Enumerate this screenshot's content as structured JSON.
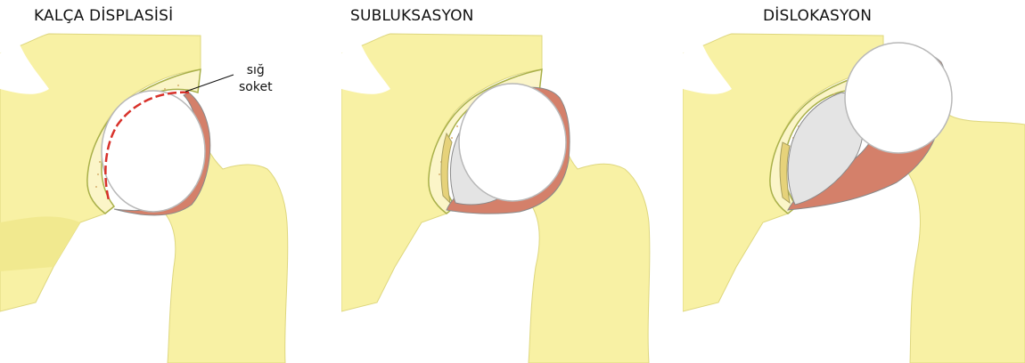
{
  "panels": [
    {
      "title": "KALÇA DİSPLASİSİ",
      "state": "dysplasia"
    },
    {
      "title": "SUBLUKSASYON",
      "state": "subluxation"
    },
    {
      "title": "DİSLOKASYON",
      "state": "dislocation"
    }
  ],
  "callout": {
    "line1": "sığ",
    "line2": "soket"
  },
  "colors": {
    "bone": "#f8f1a4",
    "bone_outline": "#d9d27a",
    "cartilage_rim": "#a9b04a",
    "stipple": "#d7b070",
    "capsule": "#d4806a",
    "joint_space": "#e4e4e4",
    "femoral_head": "#ffffff",
    "shallow_socket_dash": "#d8312a"
  }
}
